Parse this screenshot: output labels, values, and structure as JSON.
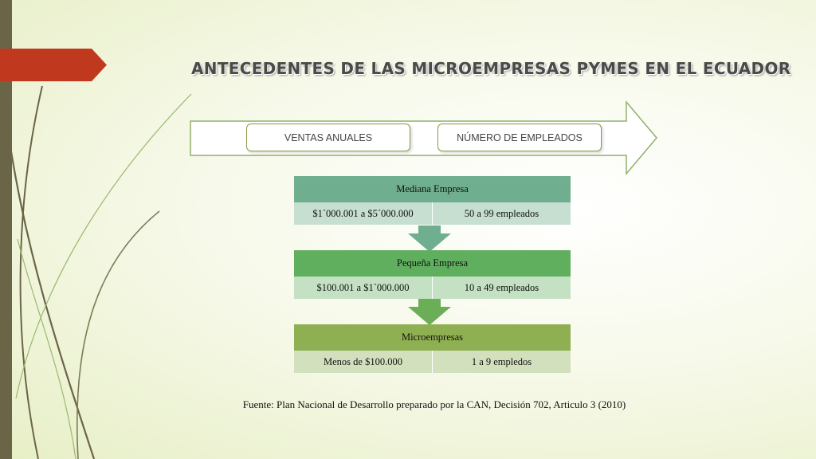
{
  "title": "ANTECEDENTES DE LAS MICROEMPRESAS PYMES EN EL ECUADOR",
  "criteria": {
    "ventas_label": "VENTAS ANUALES",
    "empleados_label": "NÚMERO DE EMPLEADOS"
  },
  "categories": [
    {
      "name": "Mediana Empresa",
      "ventas": "$1´000.001 a $5´000.000",
      "empleados": "50 a 99 empleados"
    },
    {
      "name": "Pequeña Empresa",
      "ventas": "$100.001 a $1´000.000",
      "empleados": "10 a 49 empleados"
    },
    {
      "name": "Microempresas",
      "ventas": "Menos de $100.000",
      "empleados": "1 a 9 empledos"
    }
  ],
  "source": "Fuente: Plan Nacional de Desarrollo preparado por la CAN, Decisión 702, Articulo 3 (2010)",
  "colors": {
    "title_tab": "#c0391e",
    "left_bar": "#6b6548",
    "mediana_header": "#6fae8f",
    "pequena_header": "#5faf5f",
    "micro_header": "#8fb052"
  }
}
